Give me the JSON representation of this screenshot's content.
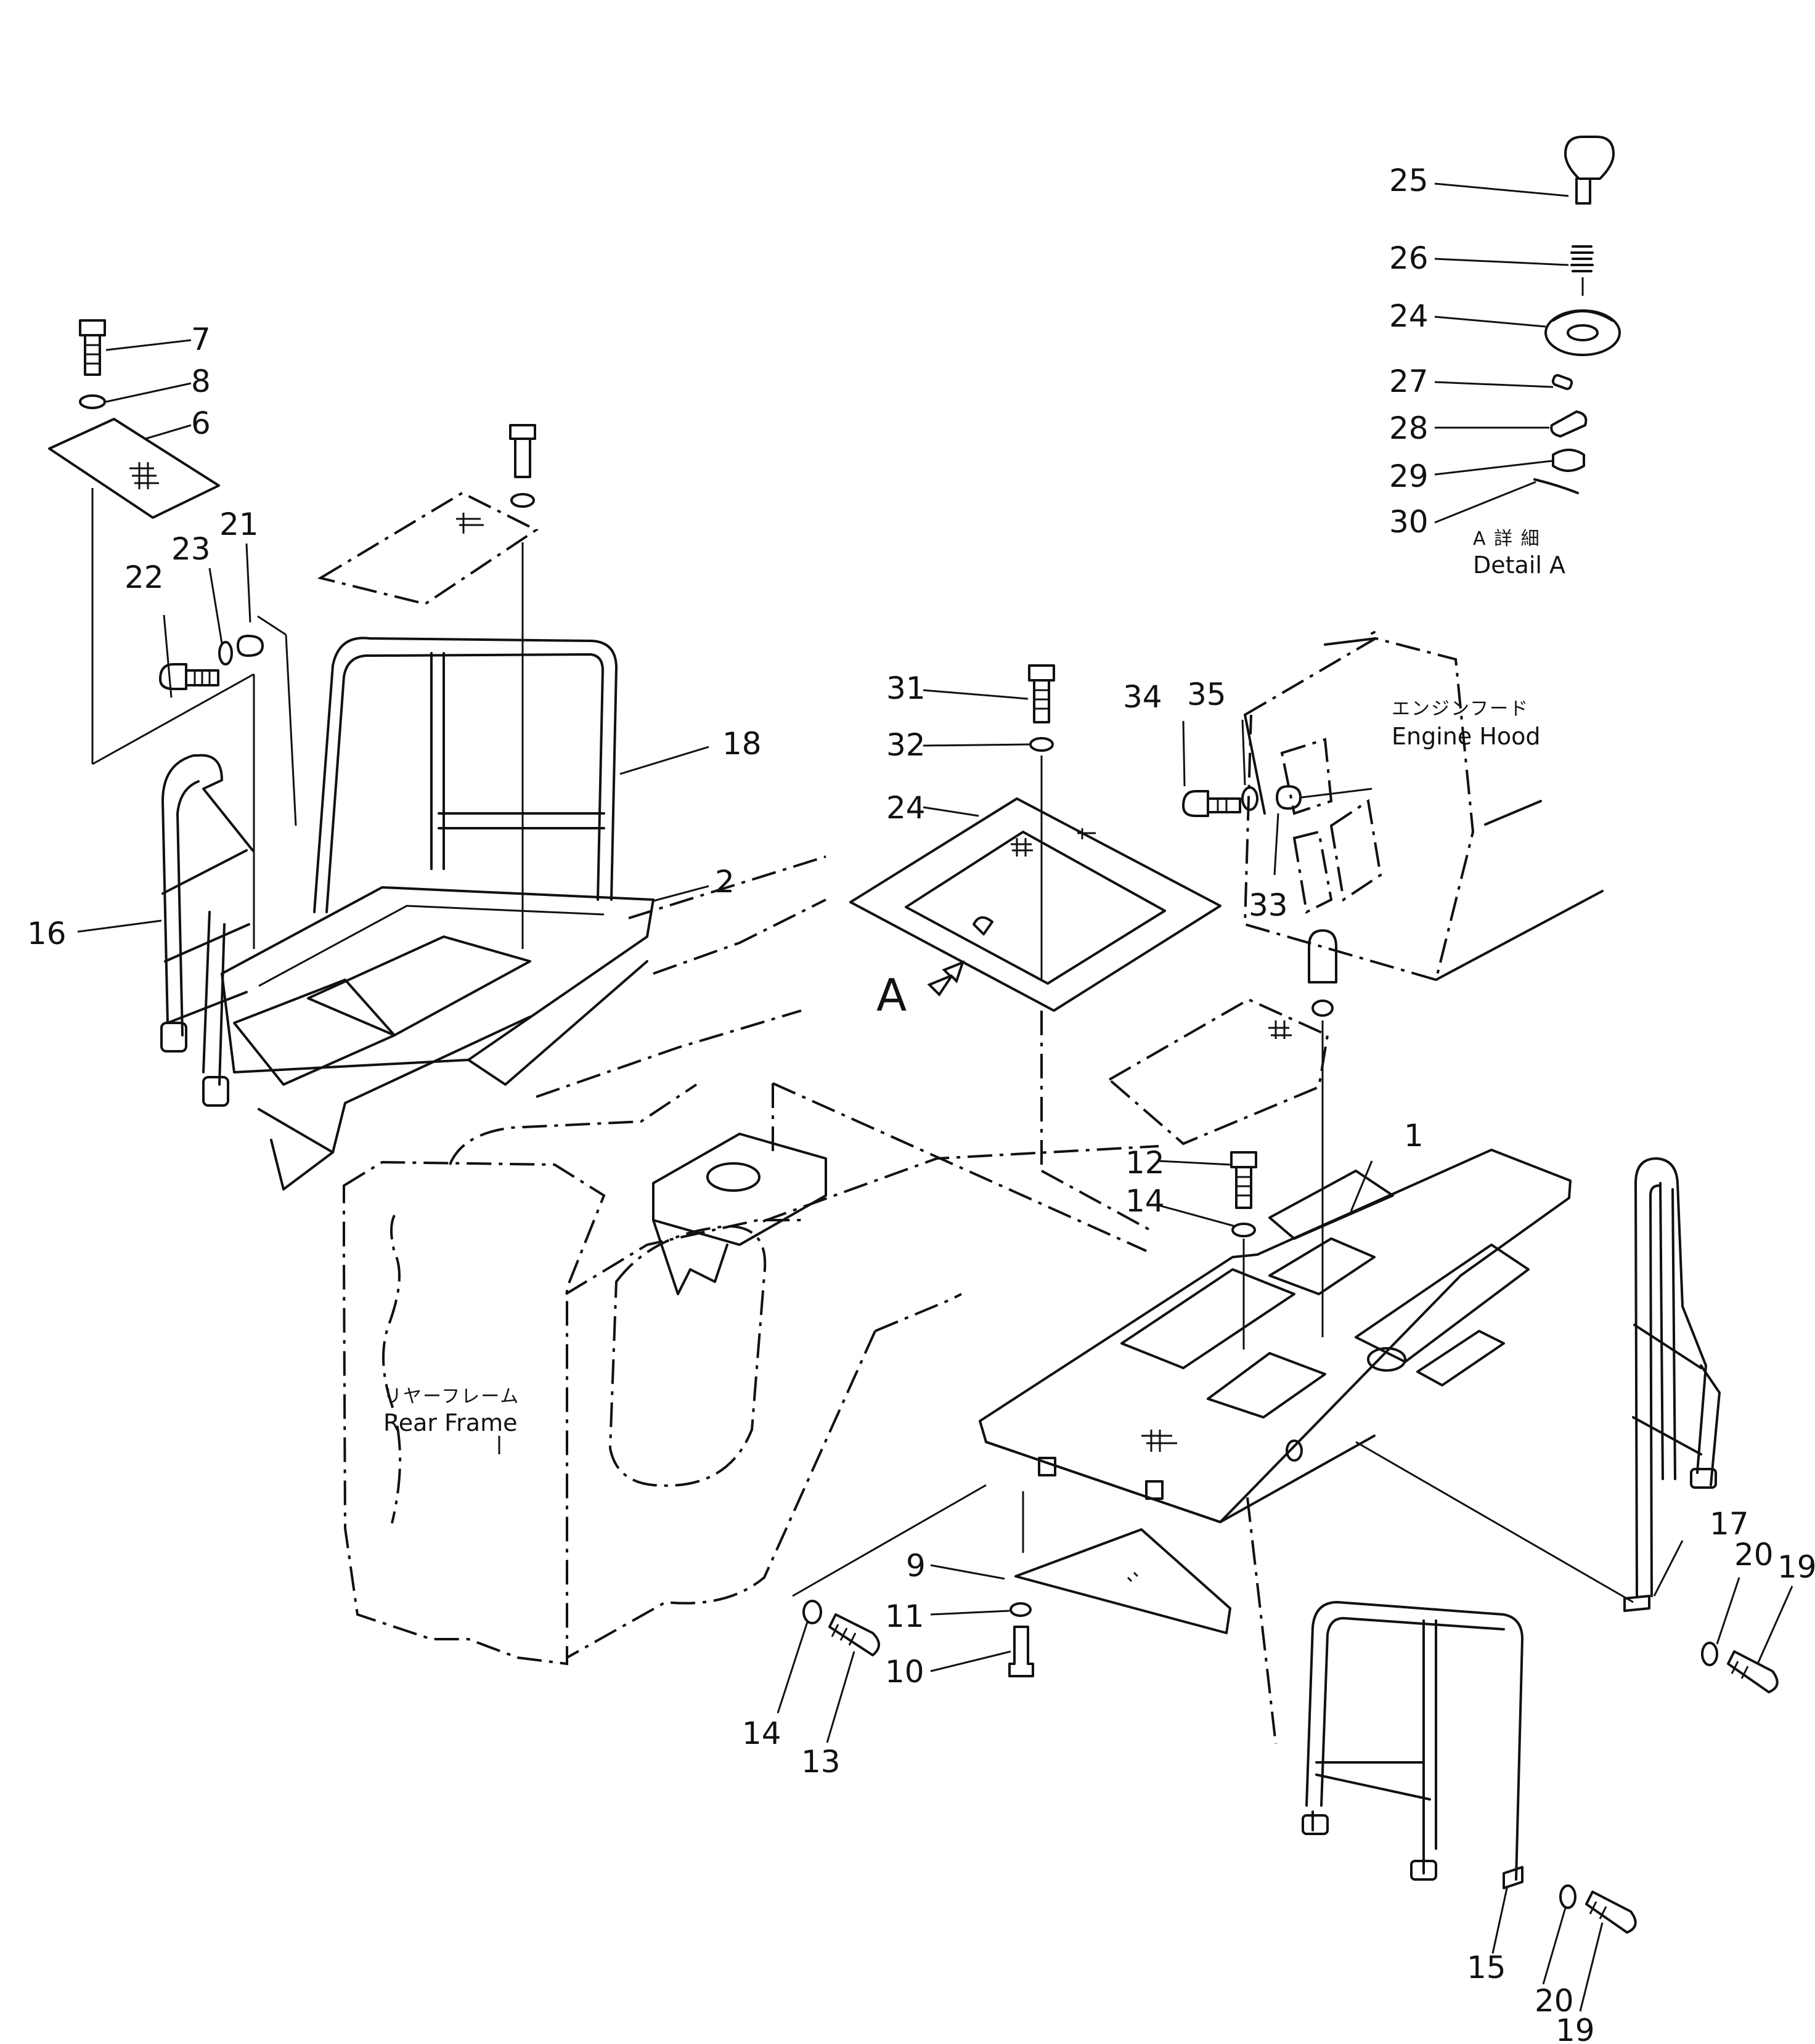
{
  "labels": {
    "p1": "1",
    "p2": "2",
    "p6": "6",
    "p7": "7",
    "p8": "8",
    "p9": "9",
    "p10": "10",
    "p11": "11",
    "p12": "12",
    "p13": "13",
    "p14a": "14",
    "p14b": "14",
    "p15": "15",
    "p16": "16",
    "p17": "17",
    "p18": "18",
    "p19a": "19",
    "p19b": "19",
    "p20a": "20",
    "p20b": "20",
    "p21": "21",
    "p22": "22",
    "p23": "23",
    "p24a": "24",
    "p24b": "24",
    "p25": "25",
    "p26": "26",
    "p27": "27",
    "p28": "28",
    "p29": "29",
    "p30": "30",
    "p31": "31",
    "p32": "32",
    "p33": "33",
    "p34": "34",
    "p35": "35"
  },
  "captions": {
    "detail_ja": "A 詳 細",
    "detail_en": "Detail A",
    "engine_hood_ja": "エンジンフード",
    "engine_hood_en": "Engine Hood",
    "rear_frame_ja": "リヤーフレーム",
    "rear_frame_en": "Rear Frame",
    "view_arrow": "A"
  }
}
